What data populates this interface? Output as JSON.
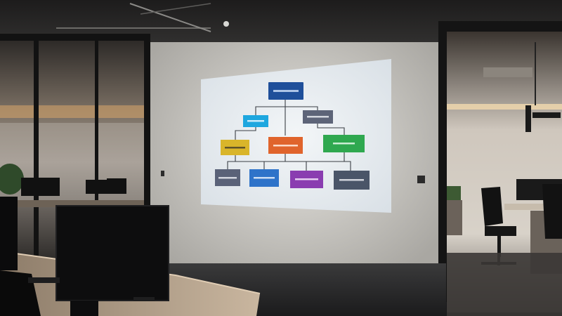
{
  "scene": {
    "description_note": "",
    "diagram": {
      "nodes": [
        {
          "id": "root",
          "label": "",
          "color": "#1f4f9a"
        },
        {
          "id": "l2a",
          "label": "",
          "color": "#1ea7df"
        },
        {
          "id": "l2b",
          "label": "",
          "color": "#5d6478"
        },
        {
          "id": "l3a",
          "label": "",
          "color": "#d9b52a"
        },
        {
          "id": "l3b",
          "label": "",
          "color": "#e0642c"
        },
        {
          "id": "l3c",
          "label": "",
          "color": "#2fa84f"
        },
        {
          "id": "l4a",
          "label": "",
          "color": "#5a6278"
        },
        {
          "id": "l4b",
          "label": "",
          "color": "#2e73c9"
        },
        {
          "id": "l4c",
          "label": "",
          "color": "#8a3db0"
        },
        {
          "id": "l4d",
          "label": "",
          "color": "#4a5568"
        }
      ]
    },
    "colors": {
      "wall": "#d9d8d4",
      "ceiling": "#2c2b2b",
      "screen": "#e7ecef",
      "floor": "#2a2a2c",
      "desk": "#cdb9a1"
    }
  }
}
